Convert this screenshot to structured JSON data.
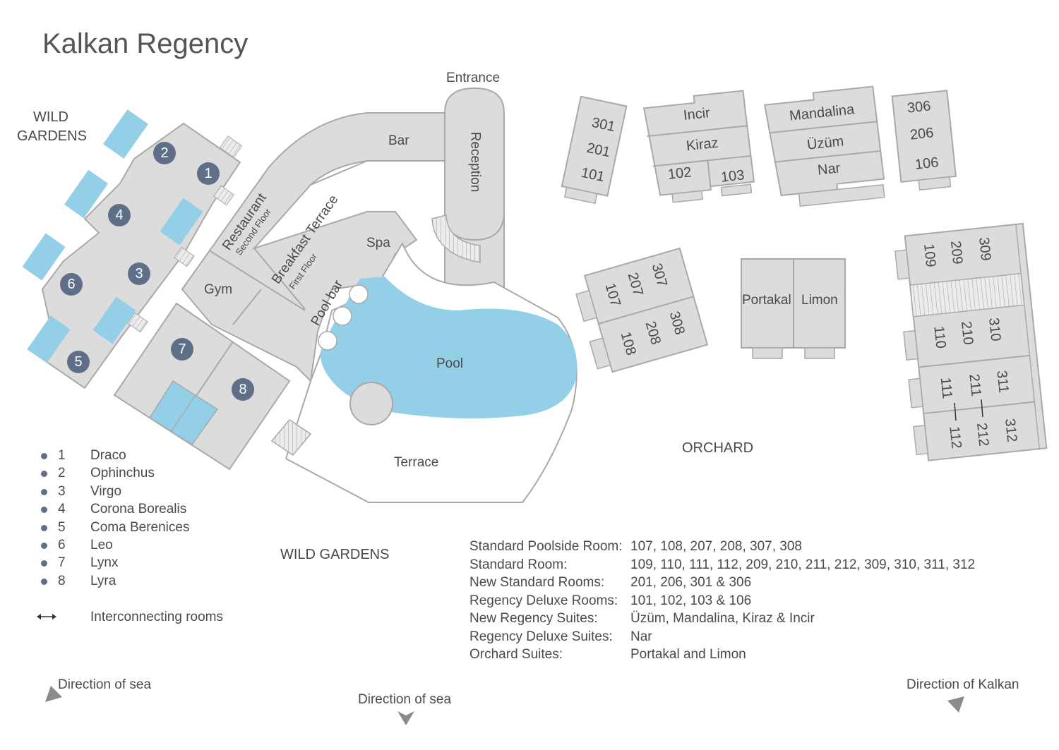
{
  "title": "Kalkan Regency",
  "colors": {
    "building": "#dcdcdc",
    "outline": "#a9a9a9",
    "pool": "#93cfe6",
    "badge": "#5f6f87",
    "text": "#4a4a4a"
  },
  "areas": {
    "wild_gardens_top": [
      "WILD",
      "GARDENS"
    ],
    "wild_gardens_bottom": "WILD GARDENS",
    "orchard": "ORCHARD",
    "entrance": "Entrance",
    "reception": "Reception",
    "bar": "Bar",
    "restaurant": "Restaurant",
    "restaurant_floor": "Second Floor",
    "breakfast": "Breakfast Terrace",
    "breakfast_floor": "First Floor",
    "spa": "Spa",
    "gym": "Gym",
    "pool_bar": "Pool bar",
    "pool": "Pool",
    "terrace": "Terrace"
  },
  "villa_numbers": [
    "1",
    "2",
    "3",
    "4",
    "5",
    "6",
    "7",
    "8"
  ],
  "rooms": {
    "block_301": [
      "301",
      "201",
      "101"
    ],
    "incir": "Incir",
    "kiraz": "Kiraz",
    "r102": "102",
    "r103": "103",
    "mandalina": "Mandalina",
    "uzum": "Üzüm",
    "nar": "Nar",
    "block_306": [
      "306",
      "206",
      "106"
    ],
    "block_307": [
      "307",
      "207",
      "107",
      "308",
      "208",
      "108"
    ],
    "portakal": "Portakal",
    "limon": "Limon",
    "block_309": [
      "109",
      "209",
      "309",
      "110",
      "210",
      "310",
      "111",
      "211",
      "311",
      "112",
      "212",
      "312"
    ]
  },
  "legend": [
    {
      "num": "1",
      "name": "Draco"
    },
    {
      "num": "2",
      "name": "Ophinchus"
    },
    {
      "num": "3",
      "name": "Virgo"
    },
    {
      "num": "4",
      "name": "Corona Borealis"
    },
    {
      "num": "5",
      "name": "Coma Berenices"
    },
    {
      "num": "6",
      "name": "Leo"
    },
    {
      "num": "7",
      "name": "Lynx"
    },
    {
      "num": "8",
      "name": "Lyra"
    }
  ],
  "interconnecting": "Interconnecting rooms",
  "room_types": [
    {
      "name": "Standard Poolside Room:",
      "rooms": "107, 108, 207, 208, 307, 308"
    },
    {
      "name": "Standard Room:",
      "rooms": "109, 110, 111, 112, 209, 210, 211, 212, 309, 310, 311, 312"
    },
    {
      "name": "New Standard Rooms:",
      "rooms": "201, 206, 301 & 306"
    },
    {
      "name": "Regency Deluxe Rooms:",
      "rooms": "101, 102, 103 & 106"
    },
    {
      "name": "New Regency Suites:",
      "rooms": "Üzüm, Mandalina, Kiraz & Incir"
    },
    {
      "name": "Regency Deluxe Suites:",
      "rooms": "Nar"
    },
    {
      "name": "Orchard Suites:",
      "rooms": "Portakal and Limon"
    }
  ],
  "directions": {
    "sea_left": "Direction of sea",
    "sea_center": "Direction of sea",
    "kalkan": "Direction of Kalkan"
  }
}
